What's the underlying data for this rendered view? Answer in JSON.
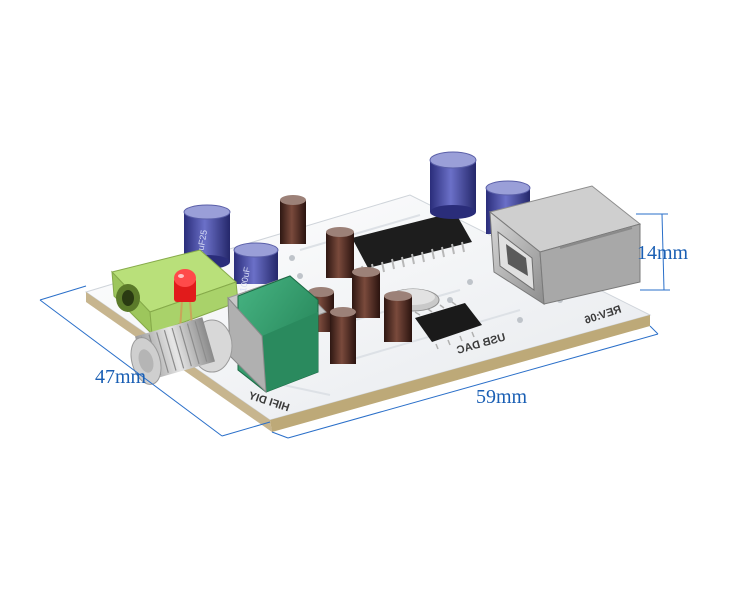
{
  "dimensions": {
    "depth": "47mm",
    "width": "59mm",
    "height": "14mm"
  },
  "board_marks": {
    "hifi": "HIFI DIY",
    "usb_dac": "USB DAC",
    "revision": "REV:06",
    "capacitor_value_1": "100uF25",
    "capacitor_value_2": "100uF"
  },
  "colors": {
    "pcb": "#f2f4f6",
    "pcb_edge": "#c7b58e",
    "dimension_line": "#2a6fc9",
    "potentiometer": "#2f9a6a",
    "audio_jack": "#b9e07a",
    "capacitor_blue": "#3b3f9f",
    "capacitor_brown": "#4a2a22",
    "led": "#e11b1b"
  }
}
